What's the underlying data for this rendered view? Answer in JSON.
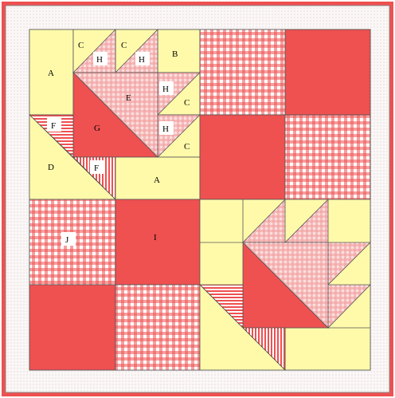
{
  "colors": {
    "red": "#ef5050",
    "yellow": "#fffaaa",
    "white": "#ffffff",
    "outline": "#444444",
    "dot_border": "#f2eeee"
  },
  "labels": {
    "A": "A",
    "B": "B",
    "C": "C",
    "D": "D",
    "E": "E",
    "F": "F",
    "G": "G",
    "H": "H",
    "I": "I",
    "J": "J"
  }
}
